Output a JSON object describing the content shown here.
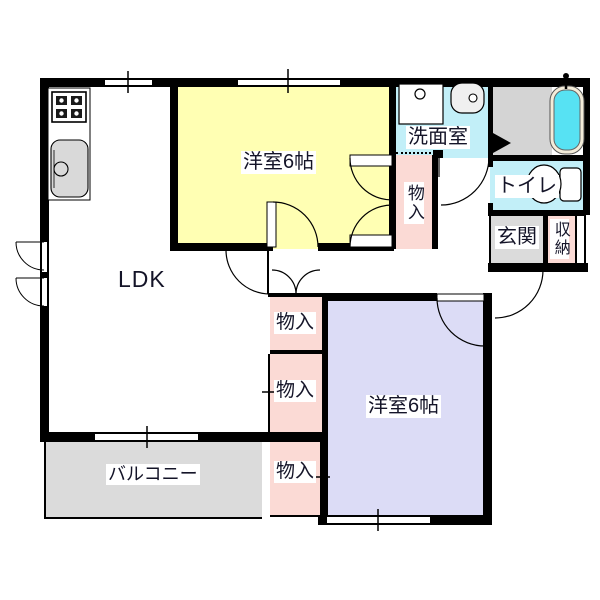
{
  "rooms": {
    "ldk": {
      "label": "LDK"
    },
    "bedroom_top": {
      "label": "洋室6帖"
    },
    "bedroom_bottom": {
      "label": "洋室6帖"
    },
    "washroom": {
      "label": "洗面室"
    },
    "toilet": {
      "label": "トイレ"
    },
    "entrance": {
      "label": "玄関"
    },
    "storage": {
      "label": "収納"
    },
    "closet_right": {
      "label": "物入"
    },
    "closet_mid_upper": {
      "label": "物入"
    },
    "closet_mid_lower": {
      "label": "物入"
    },
    "closet_bottom": {
      "label": "物入"
    },
    "balcony": {
      "label": "バルコニー"
    }
  },
  "fixtures": {
    "stove": "gas-stove",
    "kitchen_sink": "kitchen-sink",
    "washing_machine": "washing-machine",
    "lavatory_sink": "lavatory-sink",
    "bathtub": "bathtub",
    "toilet_bowl": "toilet-bowl"
  },
  "colors": {
    "bedroom_top": "#FFFFB3",
    "bedroom_bottom": "#DCDCF6",
    "closet": "#FBDAD5",
    "washroom": "#C2EFF8",
    "toilet_room": "#C2EFF8",
    "bathroom_floor": "#D4D4D4",
    "bathtub": "#57E2F3",
    "entrance": "#DBDBDB",
    "storage": "#FBDAD5",
    "balcony": "#DBDBDB",
    "wall": "#000000",
    "label_text": "#141428",
    "label_bg": "#FFFFFF"
  }
}
